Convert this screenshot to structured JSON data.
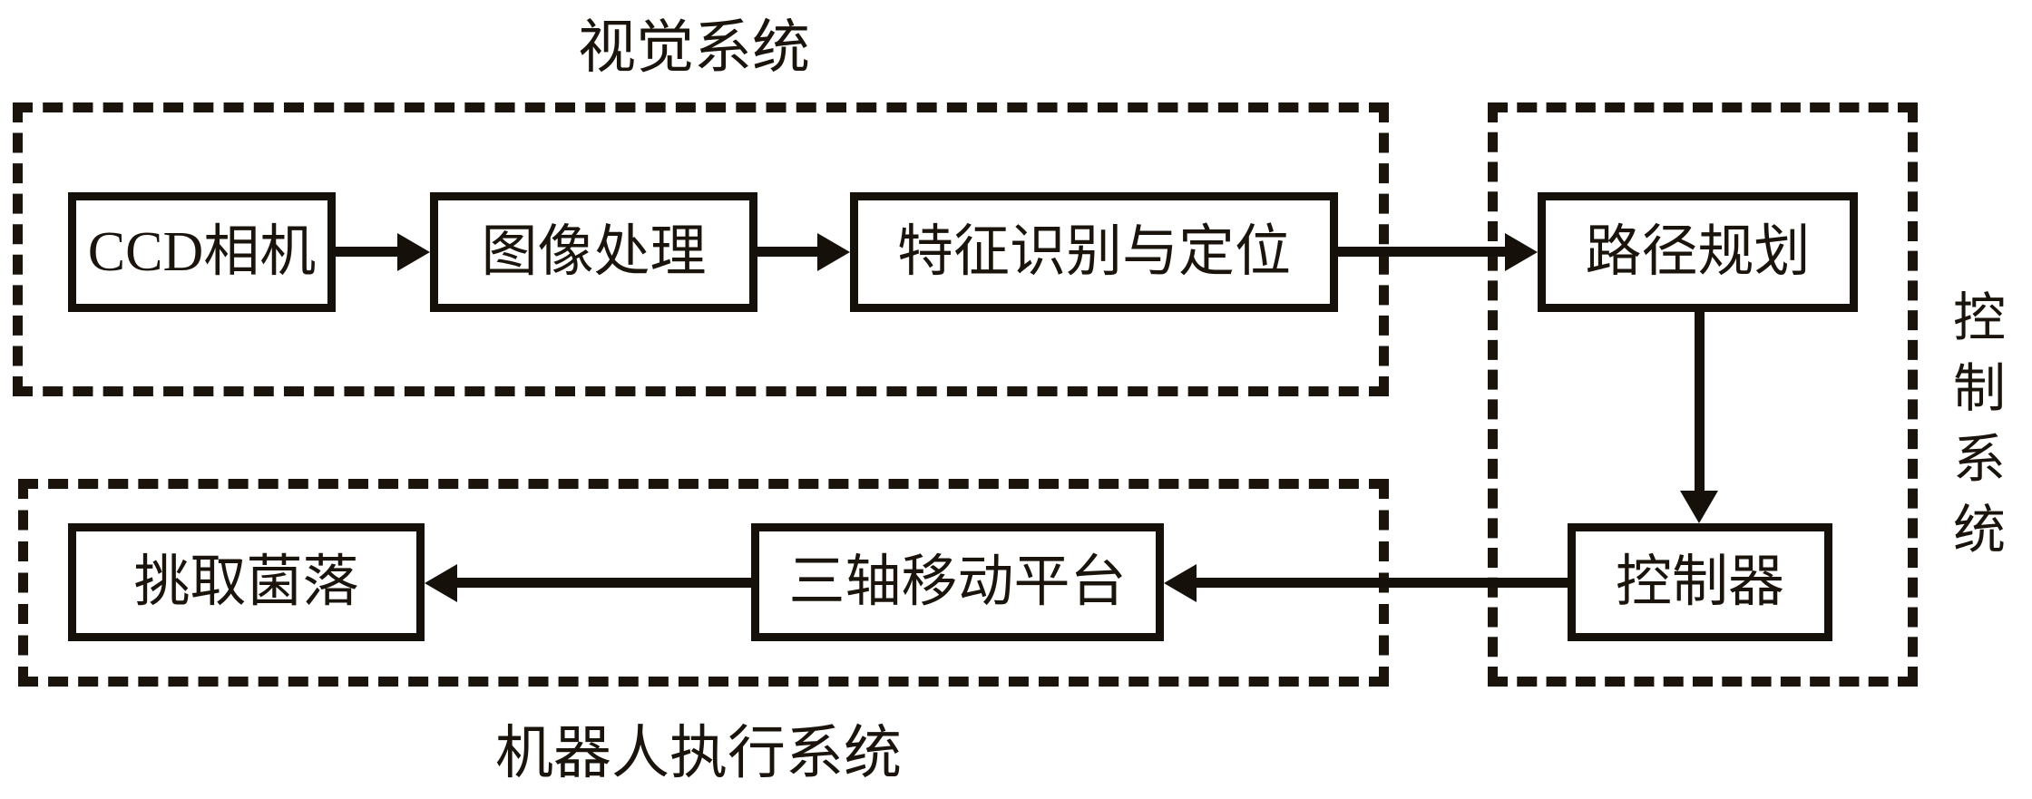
{
  "diagram": {
    "background": "#ffffff",
    "stroke_color": "#1a140c",
    "groups": {
      "vision": {
        "label": "视觉系统"
      },
      "control": {
        "label": "控制系统"
      },
      "robot": {
        "label": "机器人执行系统"
      }
    },
    "nodes": {
      "ccd_camera": {
        "label": "CCD相机"
      },
      "image_processing": {
        "label": "图像处理"
      },
      "feature_recognition": {
        "label": "特征识别与定位"
      },
      "path_planning": {
        "label": "路径规划"
      },
      "controller": {
        "label": "控制器"
      },
      "three_axis_platform": {
        "label": "三轴移动平台"
      },
      "pick_colony": {
        "label": "挑取菌落"
      }
    },
    "edges": [
      {
        "from": "ccd_camera",
        "to": "image_processing"
      },
      {
        "from": "image_processing",
        "to": "feature_recognition"
      },
      {
        "from": "feature_recognition",
        "to": "path_planning"
      },
      {
        "from": "path_planning",
        "to": "controller"
      },
      {
        "from": "controller",
        "to": "three_axis_platform"
      },
      {
        "from": "three_axis_platform",
        "to": "pick_colony"
      }
    ]
  }
}
